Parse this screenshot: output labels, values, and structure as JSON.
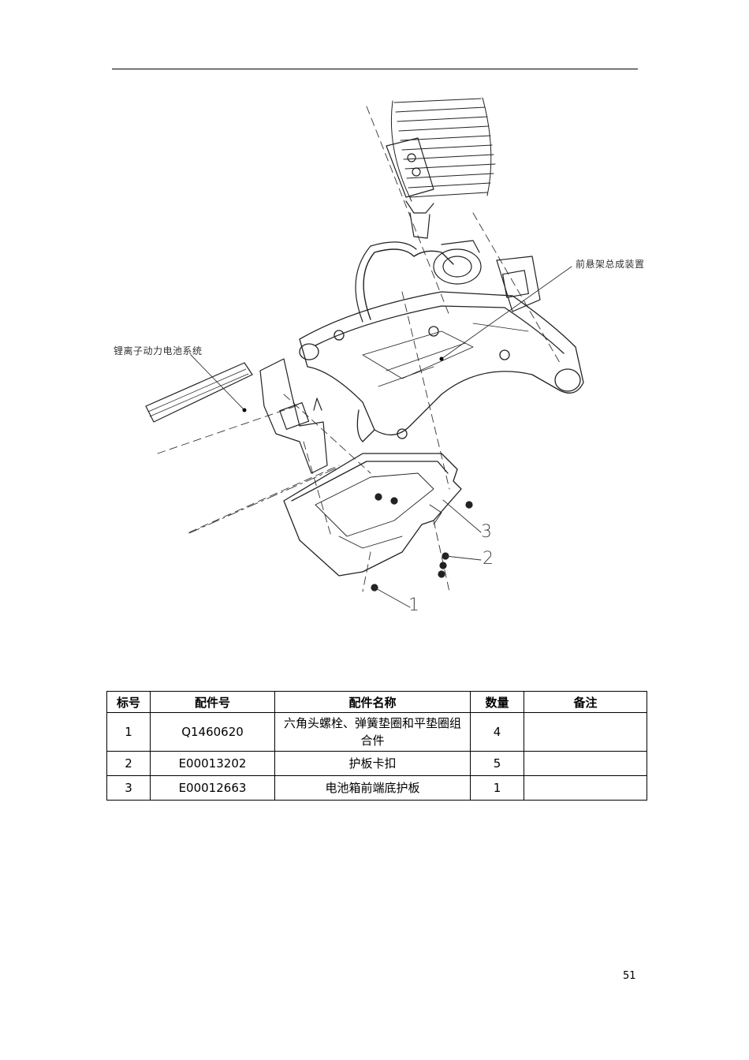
{
  "diagram": {
    "callout_left": "锂离子动力电池系统",
    "callout_right": "前悬架总成装置",
    "numbers": [
      "1",
      "2",
      "3"
    ]
  },
  "table": {
    "headers": [
      "标号",
      "配件号",
      "配件名称",
      "数量",
      "备注"
    ],
    "rows": [
      {
        "index": "1",
        "part_no": "Q1460620",
        "name": "六角头螺栓、弹簧垫圈和平垫圈组合件",
        "qty": "4",
        "note": ""
      },
      {
        "index": "2",
        "part_no": "E00013202",
        "name": "护板卡扣",
        "qty": "5",
        "note": ""
      },
      {
        "index": "3",
        "part_no": "E00012663",
        "name": "电池箱前端底护板",
        "qty": "1",
        "note": ""
      }
    ]
  },
  "page_number": "51"
}
